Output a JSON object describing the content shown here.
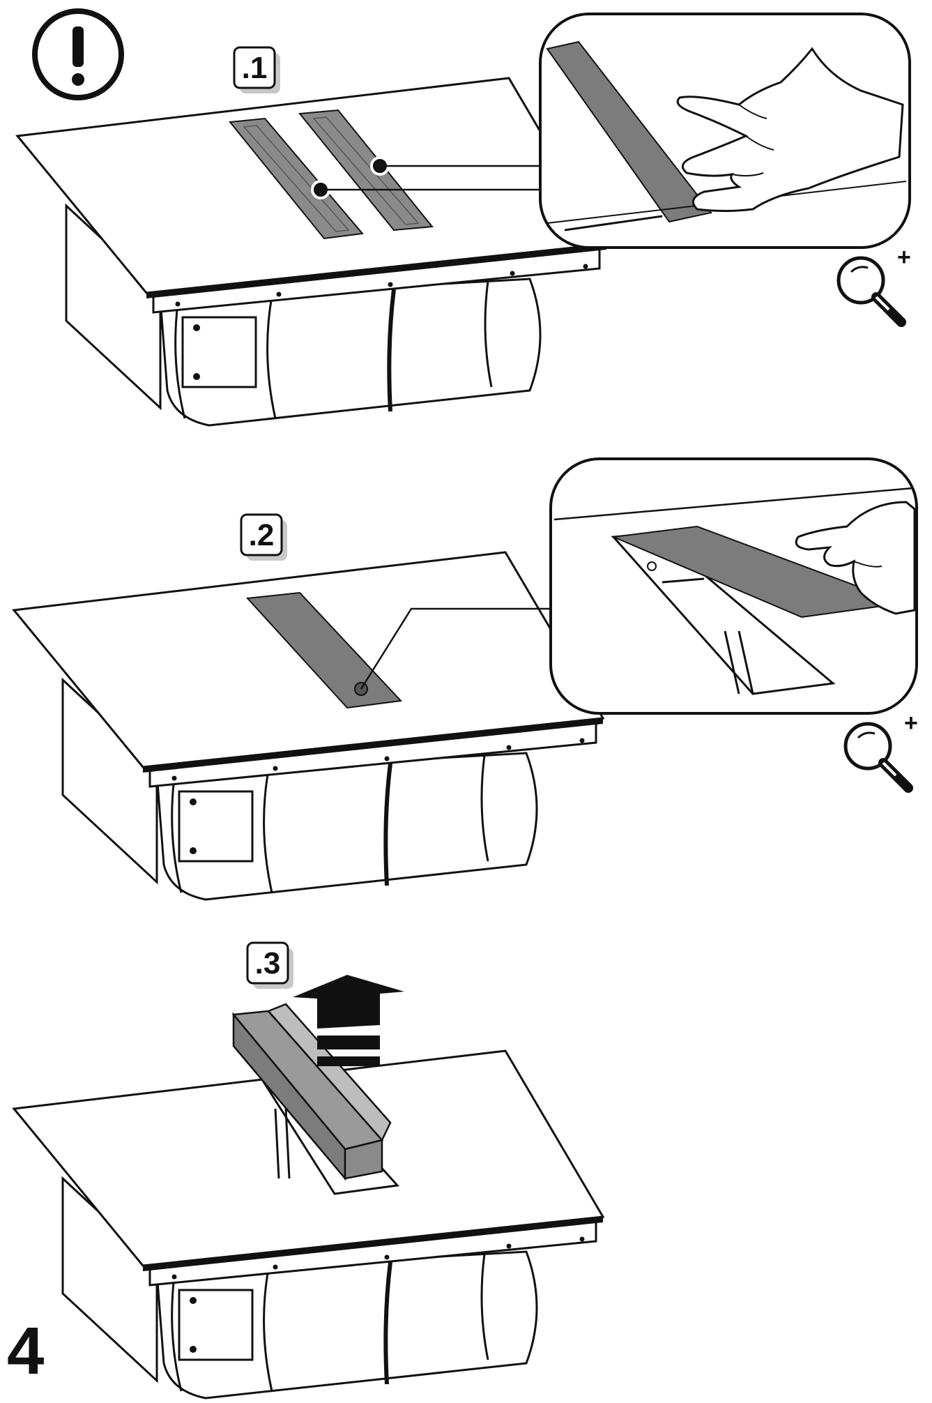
{
  "warning": {
    "symbol": "!"
  },
  "steps": [
    {
      "label": ".1"
    },
    {
      "label": ".2"
    },
    {
      "label": ".3"
    }
  ],
  "page_number": "4",
  "icons": {
    "warning": "exclamation-circle-icon",
    "zoom": "magnifier-plus-icon",
    "arrow": "up-arrow-icon"
  },
  "colors": {
    "line": "#111111",
    "tape": "#7c7c7c",
    "tape_light": "#9a9a9a",
    "panel": "#ffffff",
    "shadow": "#c8c8c8"
  }
}
